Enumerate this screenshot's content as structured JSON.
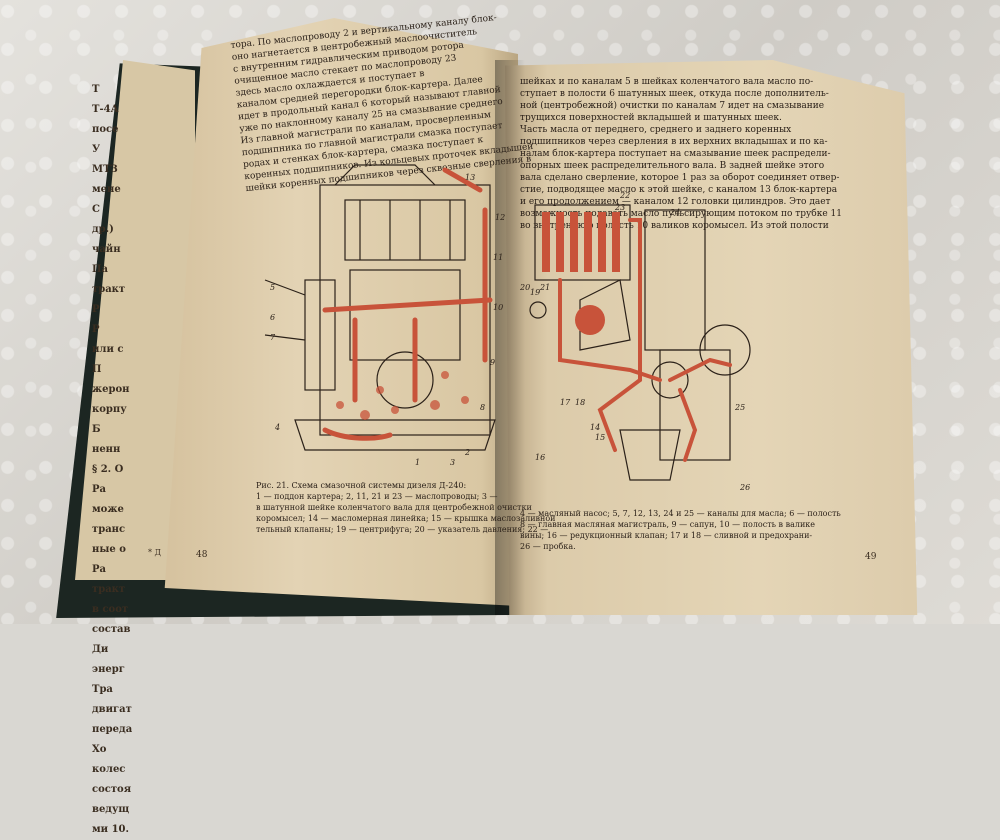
{
  "left_text_lines": [
    "тора. По маслопроводу 2 и вертикальному каналу блок-",
    "оно нагнетается в центробежный маслоочиститель",
    "с внутренним гидравлическим приводом ротора",
    "очищенное масло стекает по маслопроводу 23",
    "здесь масло охлаждается и поступает в",
    "каналом средней перегородки блок-картера. Далее",
    "идет в продольный канал 6 который называют главной",
    "уже по наклонному каналу 25 на смазывание среднего",
    "Из главной магистрали по каналам, просверленным",
    "подшипника по главной магистрали смазка поступает",
    "родах и стенках блок-картера, смазка поступает к",
    "коренных подшипников. Из кольцевых проточек вкладышей",
    "шейки коренных подшипников через сквозные сверления в"
  ],
  "right_text_lines": [
    "шейках и по каналам 5 в шейках коленчатого вала масло по-",
    "ступает в полости 6 шатунных шеек, откуда после дополнитель-",
    "ной (центробежной) очистки по каналам 7 идет на смазывание",
    "трущихся поверхностей вкладышей и шатунных шеек.",
    "Часть масла от переднего, среднего и заднего коренных",
    "подшипников через сверления в их верхних вкладышах и по ка-",
    "налам блок-картера поступает на смазывание шеек распредели-",
    "опорных шеек распределительного вала. В задней шейке этого",
    "вала сделано сверление, которое 1 раз за оборот соединяет отвер-",
    "стие, подводящее масло к этой шейке, с каналом 13 блок-картера",
    "и его продолжением — каналом 12 головки цилиндров. Это дает",
    "возможность подавать масло пульсирующим потоком по трубке 11",
    "во внутреннюю полость 10 валиков коромысел. Из этой полости"
  ],
  "left_caption_lines": [
    "Рис. 21. Схема смазочной системы дизеля Д-240:",
    "1 — поддон картера; 2, 11, 21 и 23 — маслопроводы; 3 —",
    "в шатунной шейке коленчатого вала для центробежной очистки",
    "коромысел; 14 — масломерная линейка; 15 — крышка маслозаливной",
    "тельный клапаны; 19 — центрифуга; 20 — указатель давления; 22 —"
  ],
  "right_caption_lines": [
    "4 — масляный насос; 5, 7, 12, 13, 24 и 25 — каналы для масла; 6 — полость",
    "8 — главная масляная магистраль, 9 — сапун, 10 — полость в валике",
    "вины; 16 — редукционный клапан; 17 и 18 — сливной и предохрани-",
    "26 — пробка."
  ],
  "back_page_lines": [
    "Т",
    "Т-4А",
    "посе",
    "У",
    "МТЗ",
    "мене",
    "С",
    "др.)",
    "чайн",
    "Па",
    "тракт",
    "Р",
    "Р",
    "или с",
    "П",
    "жерон",
    "корпу",
    "Б",
    "ненн",
    "§ 2. О",
    "Ра",
    "може",
    "транс",
    "ные о",
    "Ра",
    "тракт",
    "в соот",
    "состав",
    "Ди",
    "энерг",
    "Тра",
    "двигат",
    "переда",
    "Хо",
    "колес",
    "состоя",
    "ведущ",
    "ми 10."
  ],
  "page_left_number": "48",
  "page_right_number": "49",
  "footnote": "* Д",
  "diagram_labels_left": [
    "1",
    "2",
    "3",
    "4",
    "5",
    "6",
    "7",
    "8",
    "9",
    "10",
    "11",
    "12",
    "13"
  ],
  "diagram_labels_right": [
    "14",
    "15",
    "16",
    "17",
    "18",
    "19",
    "20",
    "21",
    "22",
    "23",
    "24",
    "25",
    "26"
  ],
  "colors": {
    "oil_red": "#c8533a",
    "ink": "#2b2119",
    "paper": "#e3d3b4",
    "cover": "#1c2622"
  }
}
